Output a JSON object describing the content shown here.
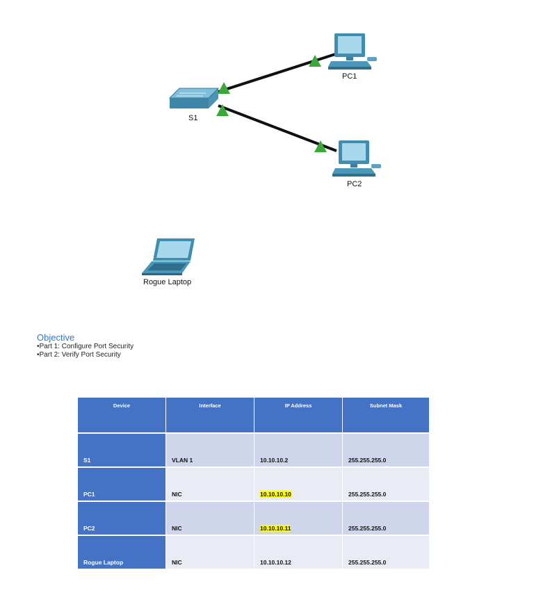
{
  "topology": {
    "devices": [
      {
        "id": "S1",
        "label": "S1",
        "type": "switch-icon"
      },
      {
        "id": "PC1",
        "label": "PC1",
        "type": "pc-icon"
      },
      {
        "id": "PC2",
        "label": "PC2",
        "type": "pc-icon"
      },
      {
        "id": "rogue",
        "label": "Rogue Laptop",
        "type": "laptop-icon"
      }
    ],
    "links": [
      {
        "from": "S1",
        "to": "PC1",
        "status": "up"
      },
      {
        "from": "S1",
        "to": "PC2",
        "status": "up"
      }
    ],
    "link_up_color": "#3aa83a"
  },
  "objective": {
    "title": "Objective",
    "items": [
      "•Part 1: Configure Port Security",
      "•Part 2: Verify Port Security"
    ]
  },
  "table": {
    "headers": [
      "Device",
      "Interface",
      "IP Address",
      "Subnet Mask"
    ],
    "rows": [
      [
        "S1",
        "VLAN 1",
        "10.10.10.2",
        "255.255.255.0"
      ],
      [
        "PC1",
        "NIC",
        "10.10.10.10",
        "255.255.255.0"
      ],
      [
        "PC2",
        "NIC",
        "10.10.10.11",
        "255.255.255.0"
      ],
      [
        "Rogue Laptop",
        "NIC",
        "10.10.10.12",
        "255.255.255.0"
      ]
    ],
    "highlighted_cells": [
      "10.10.10.10",
      "10.10.10.11"
    ],
    "header_color": "#4472c4",
    "highlight_color": "#ffff00"
  }
}
